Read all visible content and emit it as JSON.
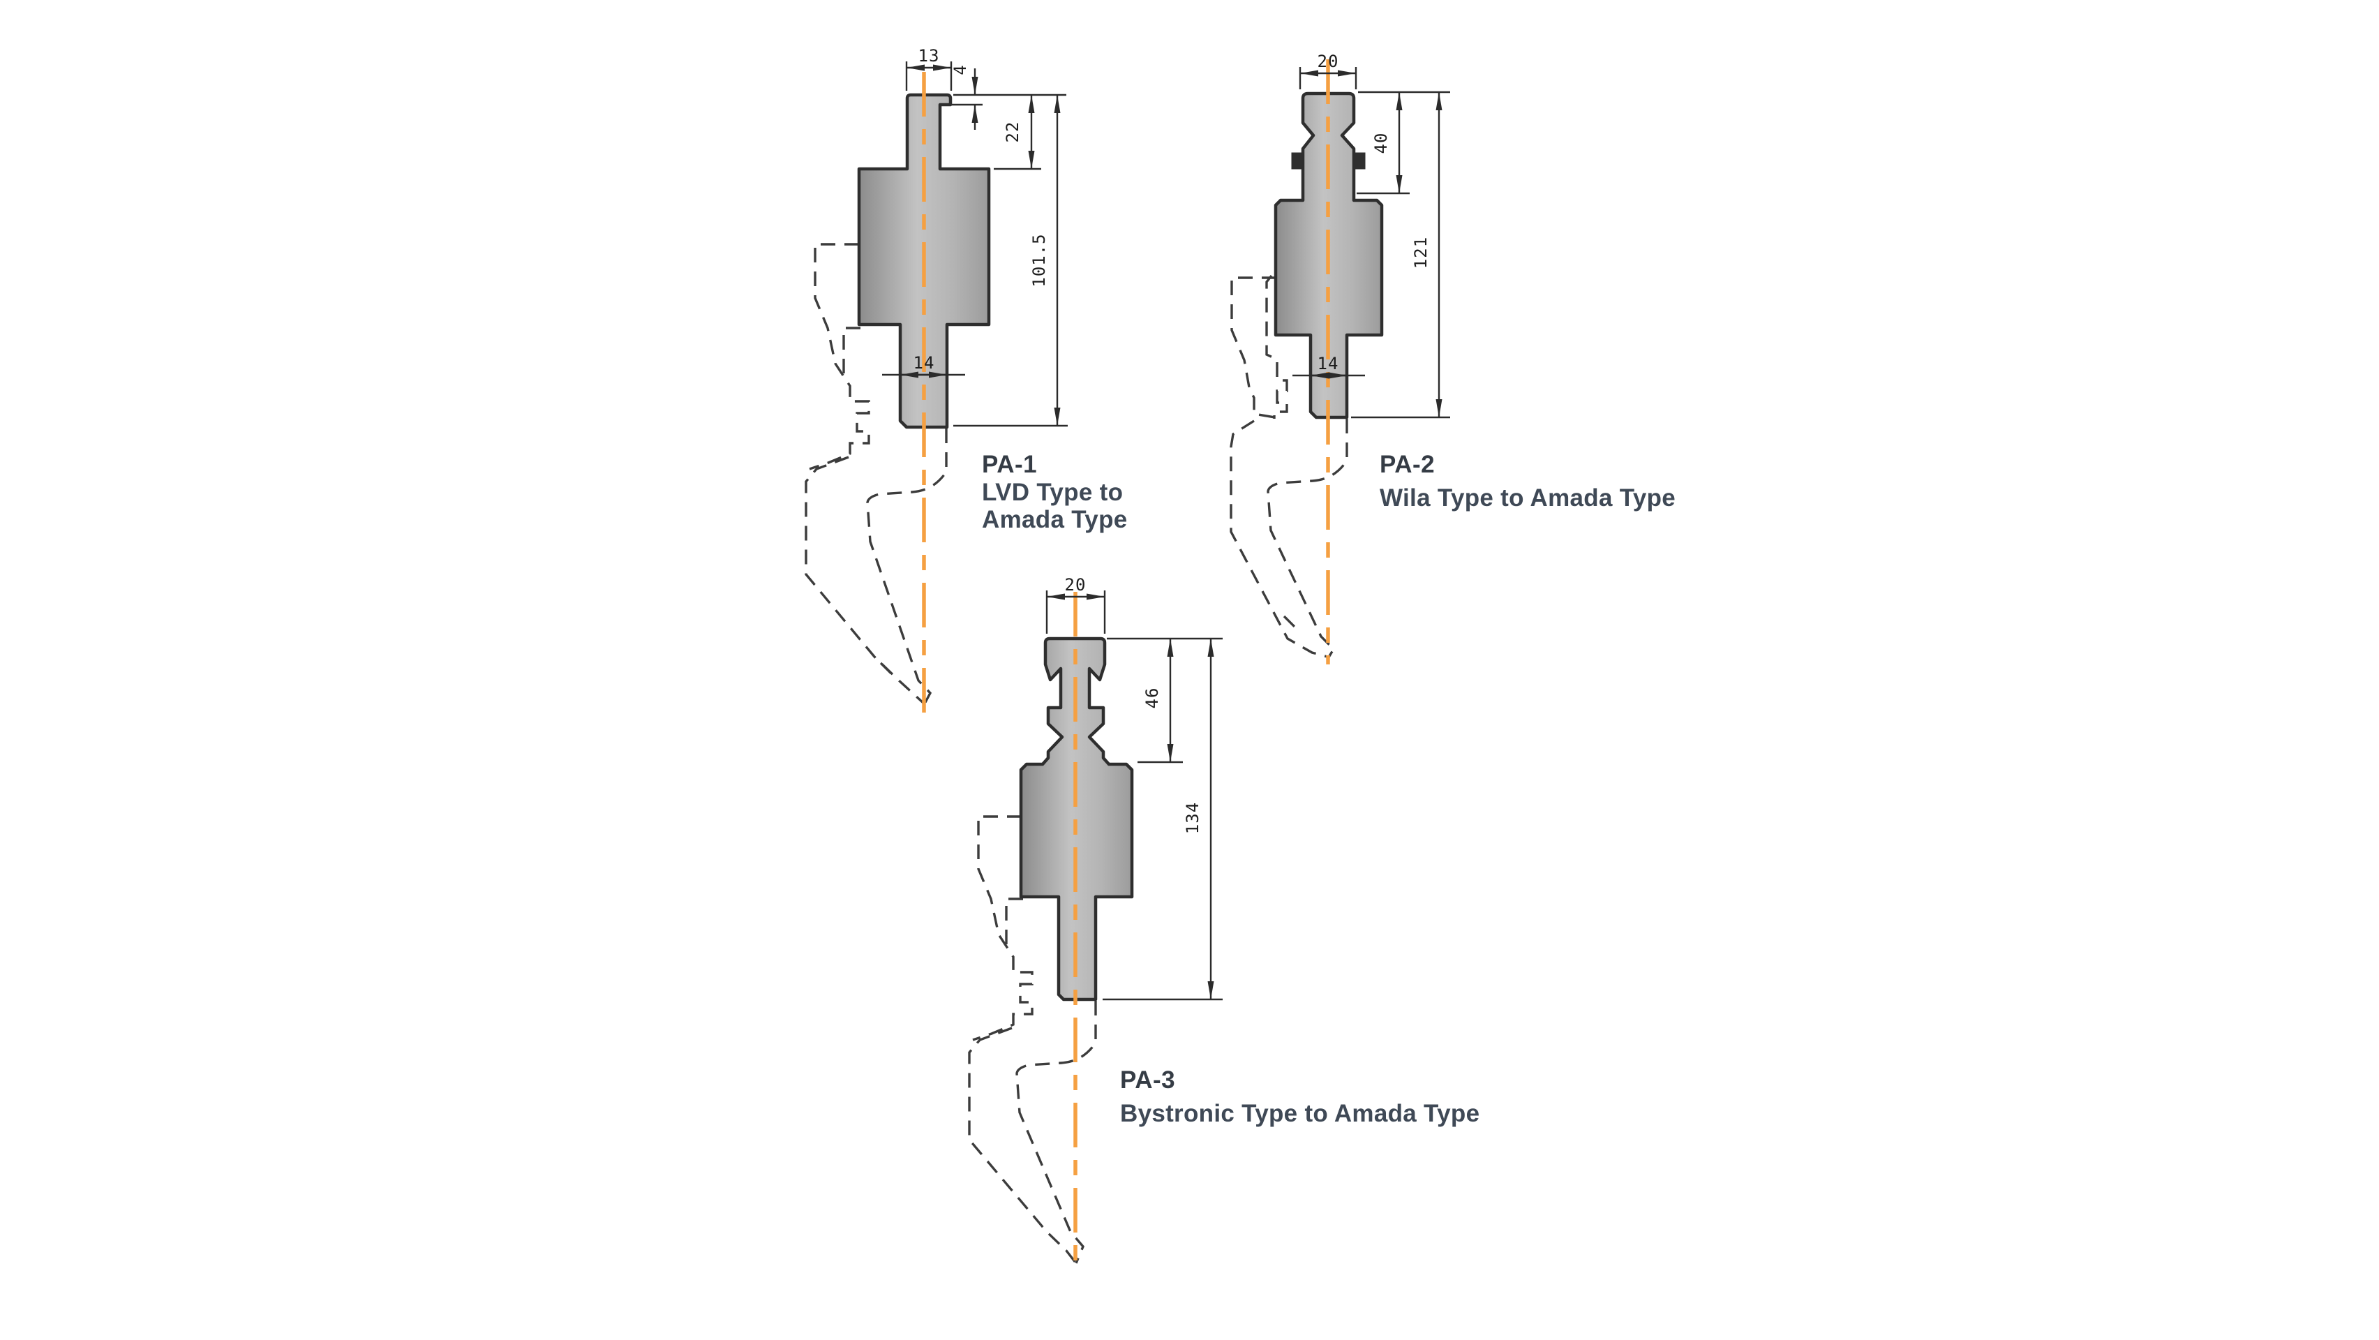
{
  "colors": {
    "background": "#ffffff",
    "centerline_orange": "#F5A042",
    "metal_dark": "#8c8c8c",
    "metal_light": "#c3c3c3",
    "outline": "#2e2e2e",
    "dashed_outline": "#3c3c3c",
    "label_code_text": "#353c45",
    "label_desc_text": "#3f4956",
    "dimension_text": "#1d1d1d"
  },
  "panels": [
    {
      "code": "PA-1",
      "description_lines": [
        "LVD Type to",
        "Amada Type"
      ],
      "dims": {
        "top_width": "13",
        "notch": "4",
        "tang": "22",
        "overall": "101.5",
        "shank": "14"
      }
    },
    {
      "code": "PA-2",
      "description_lines": [
        "Wila Type to Amada Type"
      ],
      "dims": {
        "top_width": "20",
        "tang": "40",
        "overall": "121",
        "shank": "14"
      }
    },
    {
      "code": "PA-3",
      "description_lines": [
        "Bystronic Type to Amada Type"
      ],
      "dims": {
        "top_width": "20",
        "tang": "46",
        "overall": "134"
      }
    }
  ]
}
